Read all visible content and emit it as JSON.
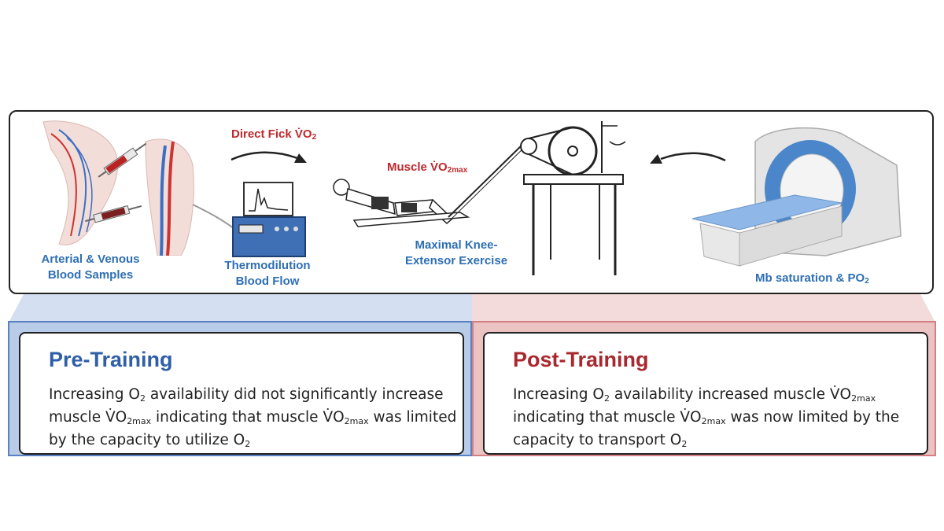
{
  "figure": {
    "labels": {
      "arterial_venous_line1": "Arterial & Venous",
      "arterial_venous_line2": "Blood Samples",
      "thermodilution_line1": "Thermodilution",
      "thermodilution_line2": "Blood Flow",
      "direct_fick_prefix": "Direct Fick ",
      "direct_fick_v": "V̇O",
      "direct_fick_sub": "2",
      "muscle_prefix": "Muscle ",
      "muscle_v": "V̇O",
      "muscle_sub": "2max",
      "knee_line1": "Maximal Knee-",
      "knee_line2": "Extensor Exercise",
      "mb_main": "Mb saturation & PO",
      "mb_sub": "2"
    },
    "colors": {
      "blue_label": "#2e6fb3",
      "red_label": "#c0282d"
    }
  },
  "pre": {
    "title": "Pre-Training",
    "t1": "Increasing O",
    "t1_sub": "2",
    "t2": " availability did not significantly increase muscle V̇O",
    "t2_sub": "2max",
    "t3": " indicating that muscle V̇O",
    "t3_sub": "2max",
    "t4": " was limited by the capacity to utilize O",
    "t4_sub": "2",
    "title_color": "#2e5fa8",
    "panel_color": "#b8cbe7"
  },
  "post": {
    "title": "Post-Training",
    "t1": "Increasing O",
    "t1_sub": "2",
    "t2": " availability increased muscle V̇O",
    "t2_sub": "2max",
    "t3": " indicating that muscle V̇O",
    "t3_sub": "2max",
    "t4": " was now limited by the capacity to transport O",
    "t4_sub": "2",
    "title_color": "#a8282e",
    "panel_color": "#ecc3c3"
  }
}
